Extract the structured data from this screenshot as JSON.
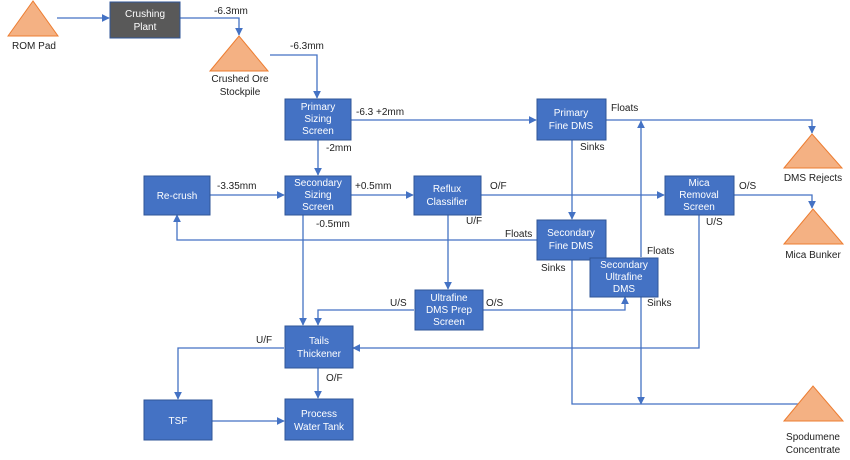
{
  "colors": {
    "process_box": "#4472c4",
    "crushing_box": "#595959",
    "stockpile": "#f4b183",
    "stockpile_stroke": "#ed7d31",
    "arrow": "#4472c4",
    "text": "#222222"
  },
  "nodes": {
    "rom_pad": "ROM Pad",
    "crushing_plant": [
      "Crushing",
      "Plant"
    ],
    "crushed_ore_stockpile": [
      "Crushed Ore",
      "Stockpile"
    ],
    "primary_sizing_screen": [
      "Primary",
      "Sizing",
      "Screen"
    ],
    "primary_fine_dms": [
      "Primary",
      "Fine DMS"
    ],
    "dms_rejects": "DMS Rejects",
    "re_crush": "Re-crush",
    "secondary_sizing_screen": [
      "Secondary",
      "Sizing",
      "Screen"
    ],
    "reflux_classifier": [
      "Reflux",
      "Classifier"
    ],
    "mica_removal_screen": [
      "Mica",
      "Removal",
      "Screen"
    ],
    "mica_bunker": "Mica Bunker",
    "secondary_fine_dms": [
      "Secondary",
      "Fine DMS"
    ],
    "secondary_ultrafine_dms": [
      "Secondary",
      "Ultrafine",
      "DMS"
    ],
    "ultrafine_dms_prep_screen": [
      "Ultrafine",
      "DMS Prep",
      "Screen"
    ],
    "tails_thickener": [
      "Tails",
      "Thickener"
    ],
    "tsf": "TSF",
    "process_water_tank": [
      "Process",
      "Water Tank"
    ],
    "spodumene_concentrate": [
      "Spodumene",
      "Concentrate"
    ]
  },
  "labels": {
    "crush_out": "-6.3mm",
    "stockpile_out": "-6.3mm",
    "pss_coarse": "-6.3 +2mm",
    "pss_fine": "-2mm",
    "pfdms_floats": "Floats",
    "pfdms_sinks": "Sinks",
    "recrush_out": "-3.35mm",
    "sss_coarse": "+0.5mm",
    "sss_fine": "-0.5mm",
    "reflux_of": "O/F",
    "reflux_uf": "U/F",
    "mica_os": "O/S",
    "mica_us": "U/S",
    "sfdms_floats": "Floats",
    "sfdms_sinks": "Sinks",
    "sudms_floats": "Floats",
    "sudms_sinks": "Sinks",
    "uprep_us": "U/S",
    "uprep_os": "O/S",
    "tt_uf": "U/F",
    "tt_of": "O/F"
  }
}
